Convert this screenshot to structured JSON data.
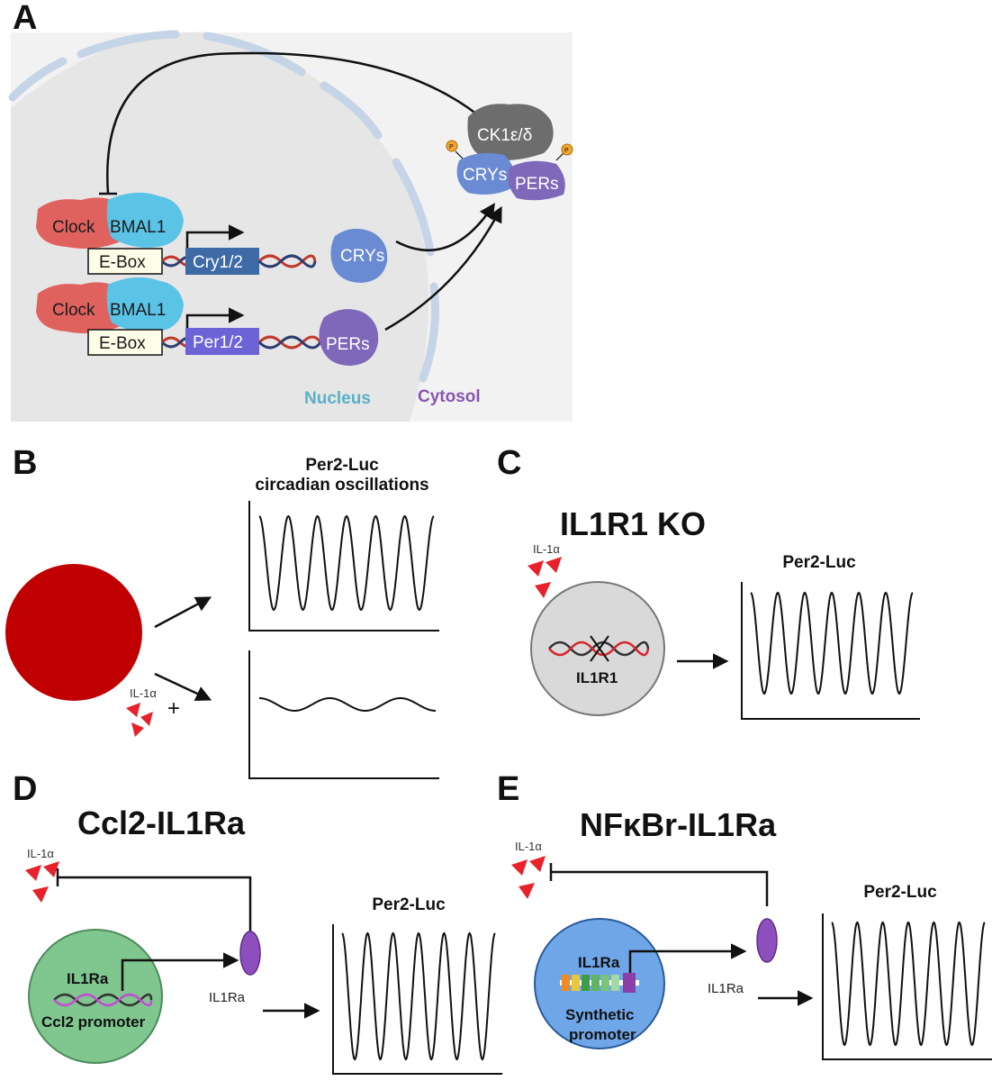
{
  "panel_a": {
    "letter": "A",
    "clock": "Clock",
    "bmal1": "BMAL1",
    "ebox": "E-Box",
    "cry_gene": "Cry1/2",
    "per_gene": "Per1/2",
    "crys": "CRYs",
    "pers": "PERs",
    "ck1": "CK1ε/δ",
    "p": "P",
    "nucleus": "Nucleus",
    "cytosol": "Cytosol"
  },
  "panel_b": {
    "letter": "B",
    "title_line1": "Per2-Luc",
    "title_line2": "circadian oscillations",
    "il1a": "IL-1α",
    "plus": "+"
  },
  "panel_c": {
    "letter": "C",
    "title": "IL1R1 KO",
    "il1a": "IL-1α",
    "receptor": "IL1R1",
    "chart_title": "Per2-Luc"
  },
  "panel_d": {
    "letter": "D",
    "title": "Ccl2-IL1Ra",
    "il1a": "IL-1α",
    "gene": "IL1Ra",
    "promoter": "Ccl2 promoter",
    "protein": "IL1Ra",
    "chart_title": "Per2-Luc"
  },
  "panel_e": {
    "letter": "E",
    "title": "NFκBr-IL1Ra",
    "il1a": "IL-1α",
    "gene": "IL1Ra",
    "promoter_line1": "Synthetic",
    "promoter_line2": "promoter",
    "protein": "IL1Ra",
    "chart_title": "Per2-Luc"
  },
  "colors": {
    "clock": "#e0625f",
    "bmal1": "#5bc3e6",
    "cry_box": "#3e6aa6",
    "per_box": "#6b63d6",
    "crys_blob": "#6a8bd3",
    "pers_blob": "#7f67b9",
    "ck1": "#6d6d6d",
    "nucleus_text": "#59b1c8",
    "cytosol_text": "#8a56b0",
    "cell_b": "#c00000",
    "cell_c": "#d9d9d9",
    "cell_d": "#7fc68f",
    "cell_e": "#6fa6e8",
    "il1a": "#e8222a",
    "il1ra_protein": "#8e4fbe"
  }
}
